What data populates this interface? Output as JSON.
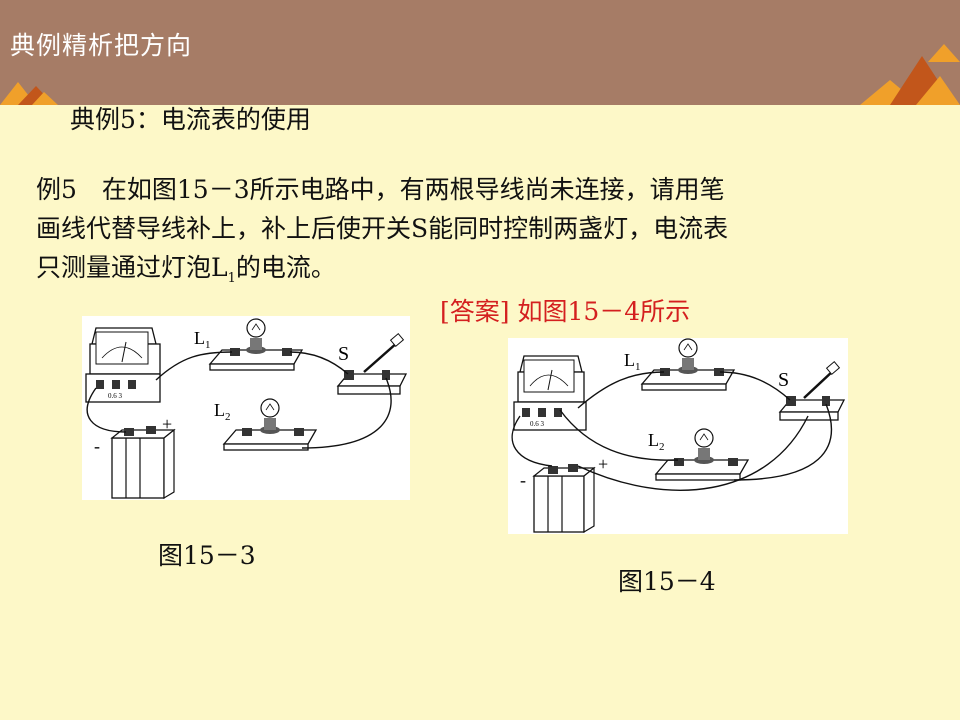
{
  "header": {
    "title": "典例精析把方向",
    "colors": {
      "bar": "#a67c66",
      "triangle_light": "#f0a02a",
      "triangle_dark": "#c2561b"
    }
  },
  "subtitle": "典例5：电流表的使用",
  "problem": {
    "line1": "例5　在如图15－3所示电路中，有两根导线尚未连接，请用笔",
    "line2": "画线代替导线补上，补上后使开关S能同时控制两盏灯，电流表",
    "line3_pre": "只测量通过灯泡L",
    "line3_sub": "1",
    "line3_post": "的电流。"
  },
  "answer": {
    "text": "[答案] 如图15－4所示",
    "color": "#d41f1f"
  },
  "figures": [
    {
      "caption": "图15－3",
      "label_L1": "L",
      "label_L1_sub": "1",
      "label_L2": "L",
      "label_L2_sub": "2",
      "label_S": "S",
      "label_plus": "+",
      "label_minus": "-",
      "meter_scale": "0.6  3"
    },
    {
      "caption": "图15－4",
      "label_L1": "L",
      "label_L1_sub": "1",
      "label_L2": "L",
      "label_L2_sub": "2",
      "label_S": "S",
      "label_plus": "+",
      "label_minus": "-",
      "meter_scale": "0.6  3"
    }
  ]
}
